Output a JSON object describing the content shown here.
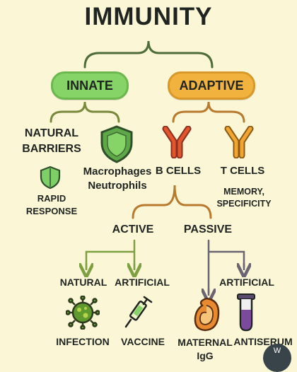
{
  "title": "IMMUNITY",
  "innate": {
    "label": "INNATE",
    "natural_barriers": "NATURAL\nBARRIERS",
    "cells": "Macrophages\nNeutrophils",
    "rapid_response": "RAPID\nRESPONSE"
  },
  "adaptive": {
    "label": "ADAPTIVE",
    "b_cells": "B CELLS",
    "t_cells": "T CELLS",
    "t_cells_note": "MEMORY,\nSPECIFICITY",
    "active": {
      "label": "ACTIVE",
      "natural": "NATURAL",
      "artificial": "ARTIFICIAL",
      "infection": "INFECTION",
      "vaccine": "VACCINE"
    },
    "passive": {
      "label": "PASSIVE",
      "artificial": "ARTIFICIAL",
      "maternal_igg": "MATERNAL\nIgG",
      "antiserum": "ANTISERUM"
    }
  },
  "colors": {
    "background": "#fbf7d6",
    "innate_green": "#86d367",
    "adaptive_orange": "#f2b23e",
    "innate_line": "#7a8a3c",
    "adaptive_line": "#b87a2f",
    "active_line": "#7ea043",
    "passive_line": "#6b6472"
  },
  "badge_text": "W"
}
